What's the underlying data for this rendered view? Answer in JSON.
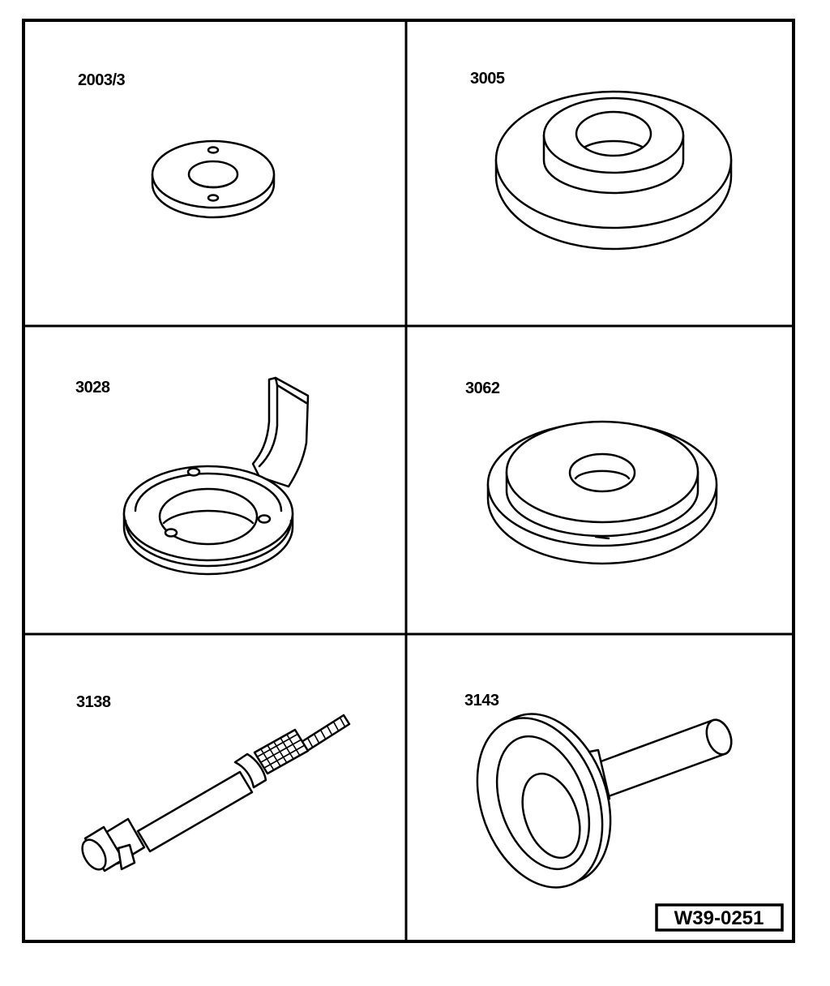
{
  "panels": [
    {
      "id": "p1",
      "label": "2003/3",
      "tool": "flat-ring-plate"
    },
    {
      "id": "p2",
      "label": "3005",
      "tool": "stepped-thrust-ring"
    },
    {
      "id": "p3",
      "label": "3028",
      "tool": "ring-holder-with-arm"
    },
    {
      "id": "p4",
      "label": "3062",
      "tool": "stepped-thrust-plate"
    },
    {
      "id": "p5",
      "label": "3138",
      "tool": "threaded-puller-spindle"
    },
    {
      "id": "p6",
      "label": "3143",
      "tool": "cup-press-tool"
    }
  ],
  "reference_code": "W39-0251",
  "colors": {
    "ink": "#000000",
    "paper": "#ffffff"
  }
}
